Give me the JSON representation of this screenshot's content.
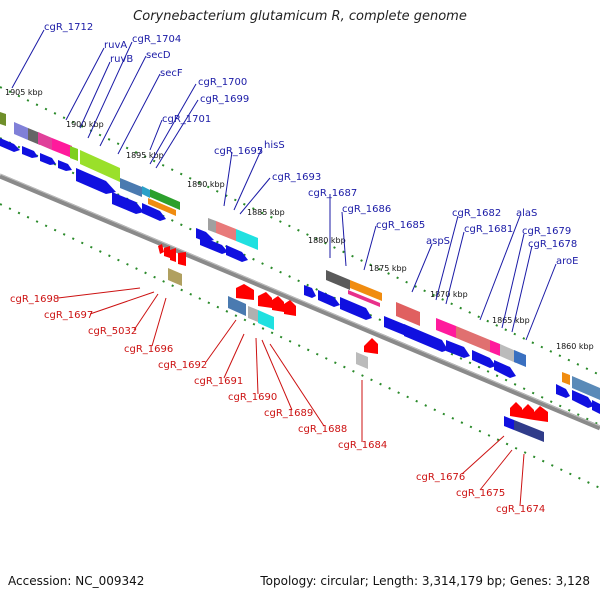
{
  "title": "Corynebacterium glutamicum R, complete genome",
  "footer": {
    "accession": "Accession: NC_009342",
    "summary": "Topology: circular; Length: 3,314,179 bp; Genes: 3,128"
  },
  "colors": {
    "plus_label": "#1a1aa6",
    "minus_label": "#cc1111",
    "strand_arrow_plus": "#1010e0",
    "strand_arrow_minus": "#ff0000",
    "backbone": "#8a8a8a",
    "tick": "#2a8a2a"
  },
  "scale_labels": [
    "1905 kbp",
    "1900 kbp",
    "1895 kbp",
    "1890 kbp",
    "1885 kbp",
    "1880 kbp",
    "1875 kbp",
    "1870 kbp",
    "1865 kbp",
    "1860 kbp"
  ],
  "plus_strand_labels": [
    "cgR_1712",
    "ruvA",
    "ruvB",
    "cgR_1704",
    "secD",
    "secF",
    "cgR_1700",
    "cgR_1699",
    "cgR_1701",
    "cgR_1695",
    "hisS",
    "cgR_1693",
    "cgR_1687",
    "cgR_1686",
    "cgR_1685",
    "aspS",
    "cgR_1682",
    "cgR_1681",
    "alaS",
    "cgR_1679",
    "cgR_1678",
    "aroE"
  ],
  "minus_strand_labels": [
    "cgR_1698",
    "cgR_1697",
    "cgR_5032",
    "cgR_1696",
    "cgR_1692",
    "cgR_1691",
    "cgR_1690",
    "cgR_1689",
    "cgR_1688",
    "cgR_1684",
    "cgR_1676",
    "cgR_1675",
    "cgR_1674"
  ]
}
